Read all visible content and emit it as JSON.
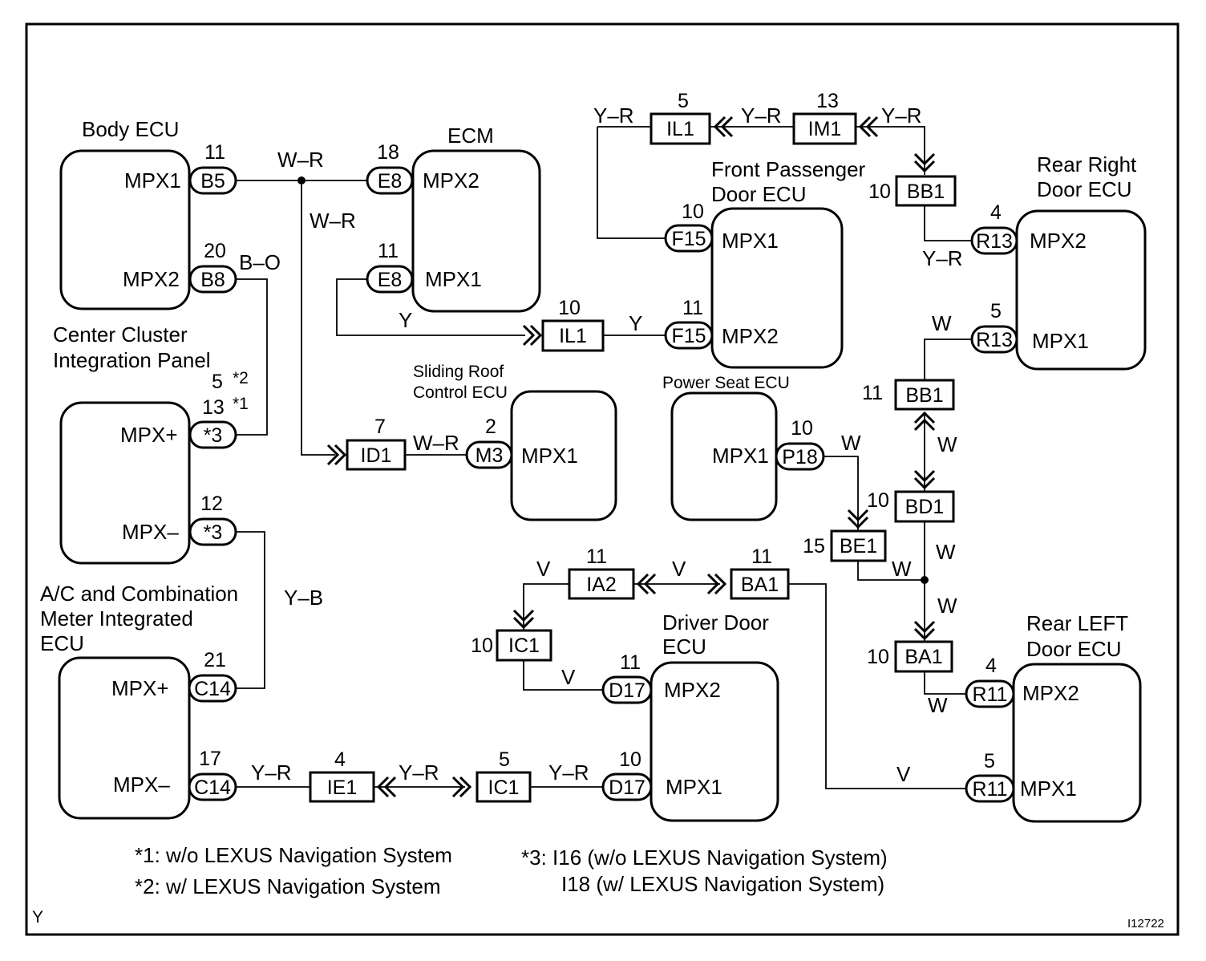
{
  "ecus": {
    "body": {
      "title": "Body ECU",
      "p1": "MPX1",
      "p2": "MPX2"
    },
    "ecm": {
      "title": "ECM",
      "p1": "MPX2",
      "p2": "MPX1"
    },
    "fpd": {
      "title1": "Front Passenger",
      "title2": "Door ECU",
      "p1": "MPX1",
      "p2": "MPX2"
    },
    "rrd": {
      "title1": "Rear Right",
      "title2": "Door ECU",
      "p1": "MPX2",
      "p2": "MPX1"
    },
    "ccip": {
      "title1": "Center Cluster",
      "title2": "Integration Panel",
      "p1": "MPX+",
      "p2": "MPX–"
    },
    "srf": {
      "title1": "Sliding Roof",
      "title2": "Control ECU",
      "p1": "MPX1"
    },
    "pse": {
      "title": "Power Seat ECU",
      "p1": "MPX1"
    },
    "acm": {
      "title1": "A/C and Combination",
      "title2": "Meter Integrated",
      "title3": "ECU",
      "p1": "MPX+",
      "p2": "MPX–"
    },
    "ddr": {
      "title1": "Driver Door",
      "title2": "ECU",
      "p1": "MPX2",
      "p2": "MPX1"
    },
    "rld": {
      "title1": "Rear LEFT",
      "title2": "Door ECU",
      "p1": "MPX2",
      "p2": "MPX1"
    }
  },
  "connectors": {
    "b5": {
      "name": "B5",
      "pin": "11"
    },
    "b8": {
      "name": "B8",
      "pin": "20"
    },
    "e8a": {
      "name": "E8",
      "pin": "18"
    },
    "e8b": {
      "name": "E8",
      "pin": "11"
    },
    "il1top": {
      "name": "IL1",
      "pin": "5"
    },
    "im1": {
      "name": "IM1",
      "pin": "13"
    },
    "bb1top": {
      "name": "BB1",
      "pin": "10"
    },
    "f15a": {
      "name": "F15",
      "pin": "10"
    },
    "f15b": {
      "name": "F15",
      "pin": "11"
    },
    "r13a": {
      "name": "R13",
      "pin": "4"
    },
    "r13b": {
      "name": "R13",
      "pin": "5"
    },
    "il1mid": {
      "name": "IL1",
      "pin": "10"
    },
    "ccp_a": {
      "name": "*3",
      "pin_a": "5",
      "pin_a_star": "*2",
      "pin_b": "13",
      "pin_b_star": "*1"
    },
    "ccp_b": {
      "name": "*3",
      "pin": "12"
    },
    "id1": {
      "name": "ID1",
      "pin": "7"
    },
    "m3": {
      "name": "M3",
      "pin": "2"
    },
    "p18": {
      "name": "P18",
      "pin": "10"
    },
    "bb1mid": {
      "name": "BB1",
      "pin": "11"
    },
    "bd1": {
      "name": "BD1",
      "pin": "10"
    },
    "be1": {
      "name": "BE1",
      "pin": "15"
    },
    "ia2": {
      "name": "IA2",
      "pin": "11"
    },
    "ba1top": {
      "name": "BA1",
      "pin": "11"
    },
    "ic1top": {
      "name": "IC1",
      "pin": "10"
    },
    "d17a": {
      "name": "D17",
      "pin": "11"
    },
    "d17b": {
      "name": "D17",
      "pin": "10"
    },
    "ba1mid": {
      "name": "BA1",
      "pin": "10"
    },
    "r11a": {
      "name": "R11",
      "pin": "4"
    },
    "r11b": {
      "name": "R11",
      "pin": "5"
    },
    "c14a": {
      "name": "C14",
      "pin": "21"
    },
    "c14b": {
      "name": "C14",
      "pin": "17"
    },
    "ie1": {
      "name": "IE1",
      "pin": "4"
    },
    "ic1bot": {
      "name": "IC1",
      "pin": "5"
    }
  },
  "wires": {
    "wr1": "W–R",
    "wr2": "W–R",
    "wr3": "W–R",
    "bo": "B–O",
    "yr1": "Y–R",
    "yr2": "Y–R",
    "yr3": "Y–R",
    "yr4": "Y–R",
    "y1": "Y",
    "y2": "Y",
    "w1": "W",
    "w2": "W",
    "w3": "W",
    "w4": "W",
    "w5": "W",
    "w6": "W",
    "w7": "W",
    "yb": "Y–B",
    "v1": "V",
    "v2": "V",
    "v3": "V",
    "v4": "V",
    "yr5": "Y–R",
    "yr6": "Y–R",
    "yr7": "Y–R"
  },
  "notes": {
    "n1": "*1: w/o LEXUS Navigation System",
    "n2": "*2: w/ LEXUS Navigation System",
    "n3a": "*3: I16 (w/o LEXUS Navigation System)",
    "n3b": "I18 (w/ LEXUS Navigation System)"
  },
  "corner_letter": "Y",
  "figure_id": "I12722"
}
